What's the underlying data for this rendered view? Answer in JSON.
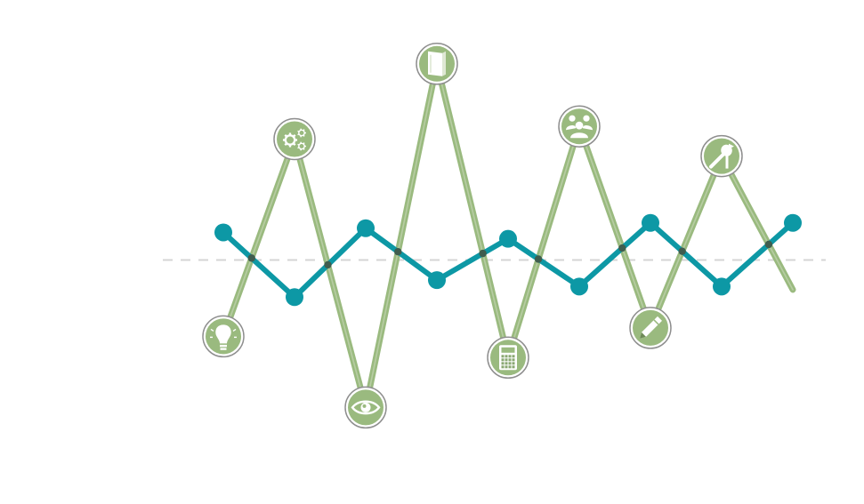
{
  "colors": {
    "background": "#ffffff",
    "green_line": "#9aba7f",
    "green_fill": "#9aba7f",
    "icon_ring": "#8e8e8e",
    "teal_line": "#0d98a5",
    "crossing_dot": "#3f5d4f",
    "baseline": "#d4d4d4",
    "icon_glyph": "#ffffff"
  },
  "chart_data": {
    "type": "line",
    "x": [
      1,
      2,
      3,
      4,
      5,
      6,
      7,
      8,
      9
    ],
    "series": [
      {
        "values": [
          -0.72,
          1.14,
          -1.39,
          1.85,
          -0.92,
          1.26,
          -0.64,
          0.98,
          -0.28
        ]
      },
      {
        "values": [
          0.26,
          -0.35,
          0.3,
          -0.19,
          0.2,
          -0.25,
          0.35,
          -0.25,
          0.35
        ]
      }
    ],
    "xlim": [
      0,
      10
    ],
    "ylim": [
      -2.2,
      2.2
    ],
    "baseline": 0,
    "grid": false,
    "legend": "none",
    "icons": [
      "lightbulb-icon",
      "gears-icon",
      "eye-icon",
      "book-icon",
      "calculator-icon",
      "people-icon",
      "pencil-icon",
      "tools-icon"
    ]
  }
}
